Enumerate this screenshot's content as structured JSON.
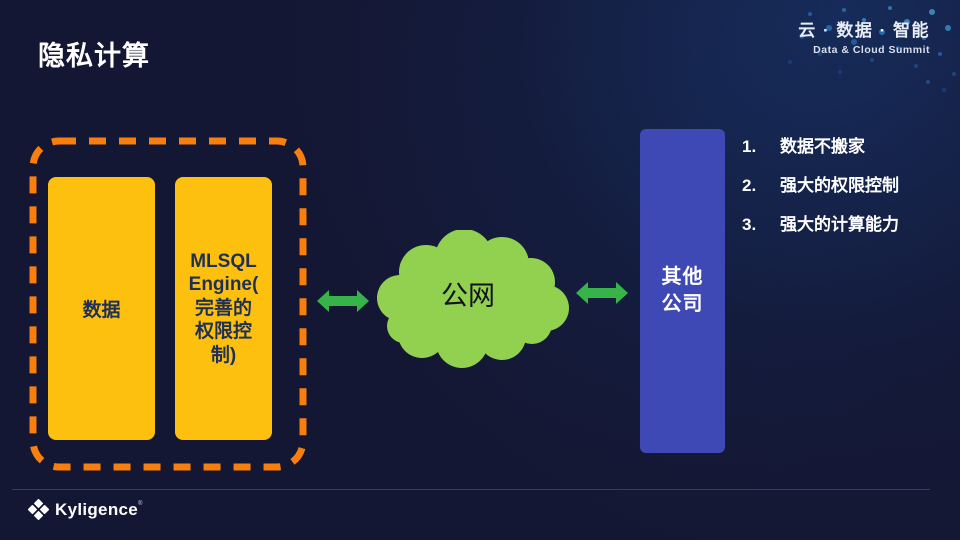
{
  "title": "隐私计算",
  "brand": {
    "line1": "云 · 数据 · 智能",
    "line2": "Data & Cloud Summit"
  },
  "diagram": {
    "data_box": "数据",
    "engine_box": [
      "MLSQL",
      "Engine(",
      "完善的",
      "权限控",
      "制)"
    ],
    "cloud_label": "公网",
    "partner_box": [
      "其他",
      "公司"
    ]
  },
  "benefits": [
    {
      "num": "1.",
      "text": "数据不搬家"
    },
    {
      "num": "2.",
      "text": "强大的权限控制"
    },
    {
      "num": "3.",
      "text": "强大的计算能力"
    }
  ],
  "footer": {
    "logo": "Kyligence",
    "trademark": "®"
  },
  "colors": {
    "background": "#141733",
    "box_yellow": "#FEC00F",
    "dash_orange": "#F87E0E",
    "arrow_green": "#36B44A",
    "cloud_green": "#92D050",
    "partner_blue": "#3F49B5",
    "box_text_navy": "#1E3057"
  }
}
